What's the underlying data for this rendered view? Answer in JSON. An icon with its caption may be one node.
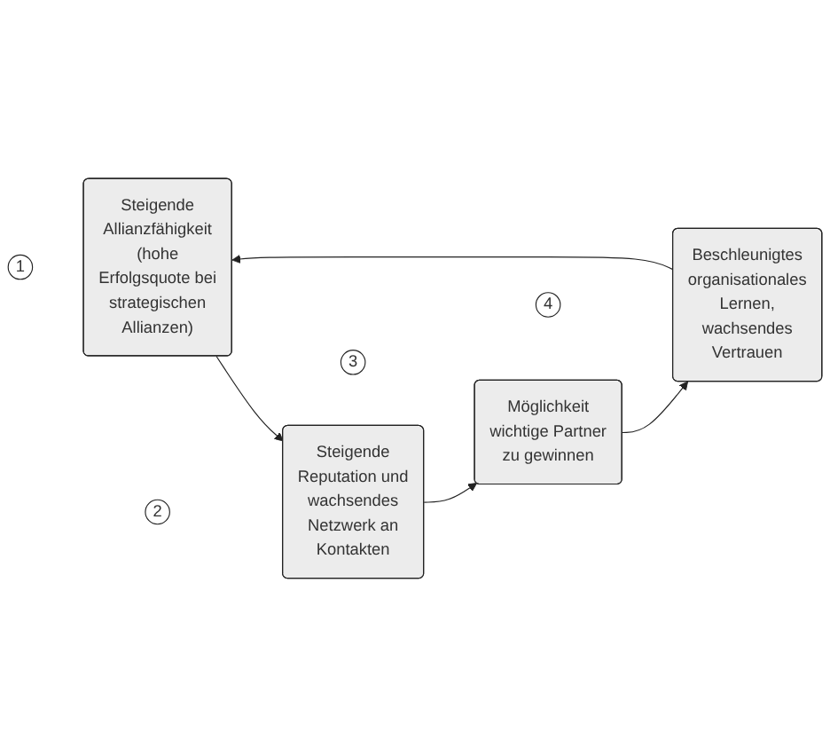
{
  "diagram": {
    "nodes": [
      {
        "text": [
          "1"
        ]
      },
      {
        "text": [
          "Steigende Allianzfähigkeit (hohe Erfolgsquote bei strategischen Allianzen)"
        ]
      },
      {
        "text": [
          "2"
        ]
      },
      {
        "text": [
          "Steigende Reputation und wachsendes Netzwerk an Kontakten"
        ]
      },
      {
        "text": [
          "3"
        ]
      },
      {
        "text": [
          "Möglichkeit wichtige Partner zu gewinnen"
        ]
      },
      {
        "text": [
          "4"
        ]
      },
      {
        "text": [
          "Beschleunigtes organisationales Lernen, wachsendes Vertrauen"
        ]
      }
    ],
    "edges": [
      {
        "from": 1,
        "to": 3,
        "arrow": "to"
      },
      {
        "from": 3,
        "to": 5,
        "arrow": "to"
      },
      {
        "from": 5,
        "to": 7,
        "arrow": "to"
      },
      {
        "from": 7,
        "to": 1,
        "arrow": "to"
      }
    ]
  }
}
